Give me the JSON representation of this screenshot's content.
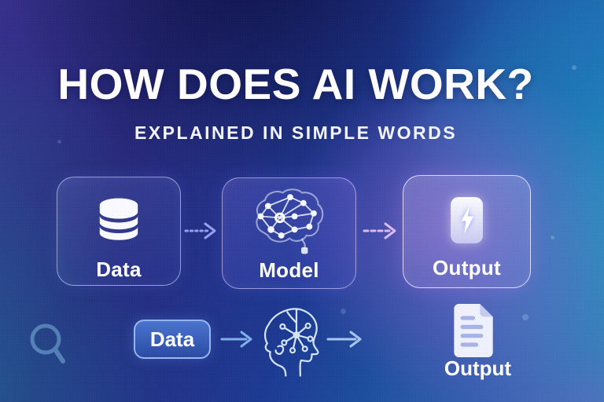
{
  "header": {
    "title": "HOW DOES AI WORK?",
    "subtitle": "EXPLAINED IN SIMPLE WORDS"
  },
  "main_flow": {
    "cards": [
      {
        "label": "Data",
        "icon": "database-icon"
      },
      {
        "label": "Model",
        "icon": "brain-network-icon"
      },
      {
        "label": "Output",
        "icon": "lightning-icon"
      }
    ],
    "connector": "arrow-right"
  },
  "example_flow": {
    "data_chip_label": "Data",
    "output_label": "Output",
    "icons": [
      "search-icon",
      "ai-head-circuit-icon",
      "document-icon"
    ],
    "connector": "arrow-right"
  },
  "colors": {
    "text": "#ffffff",
    "background_indigo": "#36308a",
    "background_navy": "#1b2166",
    "background_blue": "#1d3a92",
    "background_cyan": "#2a8cba",
    "purple_glow": "#ac66d8",
    "card_border": "rgba(255,255,255,0.6)",
    "arrow_periwinkle": "#94a1ee",
    "arrow_lavender": "#dabbf2",
    "arrow_blue": "#7fb0e8",
    "chip_fill_top": "#4a74ce",
    "chip_fill_bottom": "#2a4ba4"
  }
}
